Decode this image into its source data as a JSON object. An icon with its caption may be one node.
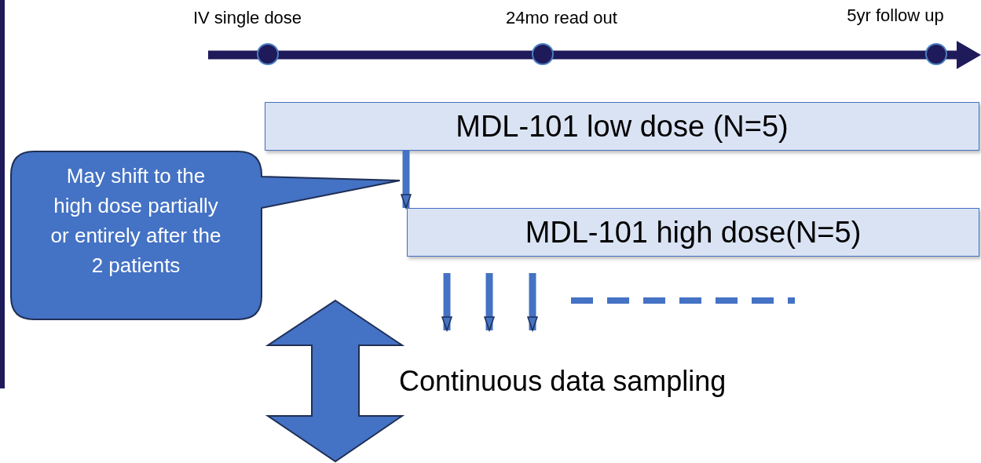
{
  "diagram": {
    "nodes": [
      {
        "text": [
          "MDL-101 low dose (N=5)"
        ]
      },
      {
        "text": [
          "MDL-101 high dose(N=5)"
        ]
      },
      {
        "text": [
          "May shift to the high dose partially or entirely after the 2 patients"
        ]
      }
    ],
    "edges": [
      {
        "from": 0,
        "to": 1,
        "arrow": "to"
      },
      {
        "from": 1,
        "to": null,
        "arrow": "to"
      },
      {
        "from": 1,
        "to": null,
        "arrow": "to"
      },
      {
        "from": 1,
        "to": null,
        "arrow": "to"
      }
    ],
    "labels": [
      "IV single dose",
      "24mo read out",
      "5yr follow up",
      "Continuous data sampling"
    ]
  }
}
